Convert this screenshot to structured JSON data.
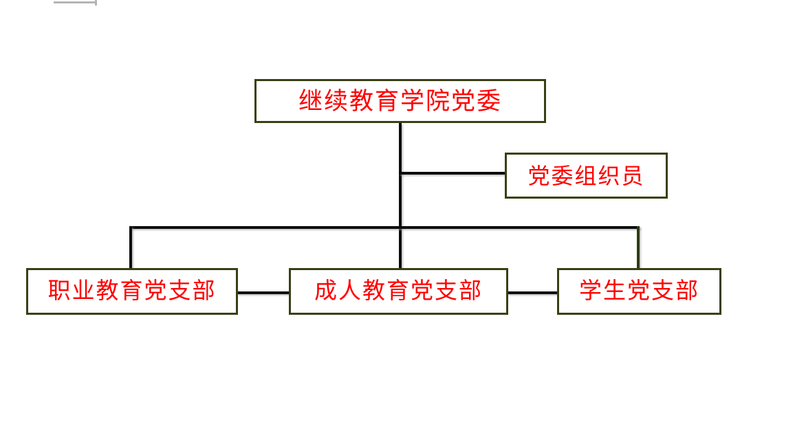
{
  "diagram": {
    "type": "organization-chart",
    "orientation": "top-down",
    "colors": {
      "box_border": "#3a3f14",
      "box_fill": "#ffffff",
      "text": "#ff0000",
      "connector": "#0d0d0d",
      "connector_alt": "#2f3a15",
      "background": "#ffffff"
    },
    "nodes": {
      "root": {
        "label": "继续教育学院党委",
        "level": 0
      },
      "organizer": {
        "label": "党委组织员",
        "level": 1
      },
      "vocational_branch": {
        "label": "职业教育党支部",
        "level": 2
      },
      "adult_branch": {
        "label": "成人教育党支部",
        "level": 2
      },
      "student_branch": {
        "label": "学生党支部",
        "level": 2
      }
    },
    "edges": [
      {
        "from": "root",
        "to": "organizer",
        "style": "side-branch"
      },
      {
        "from": "root",
        "to": "vocational_branch",
        "style": "elbow"
      },
      {
        "from": "root",
        "to": "adult_branch",
        "style": "straight"
      },
      {
        "from": "root",
        "to": "student_branch",
        "style": "elbow"
      },
      {
        "from": "vocational_branch",
        "to": "adult_branch",
        "style": "sibling-link"
      },
      {
        "from": "adult_branch",
        "to": "student_branch",
        "style": "sibling-link"
      }
    ]
  }
}
